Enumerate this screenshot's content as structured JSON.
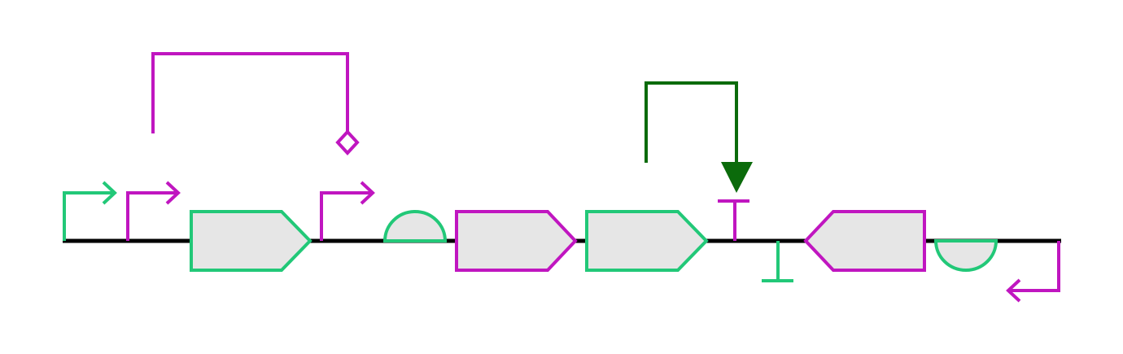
{
  "colors": {
    "backbone": "#000000",
    "green": "#22c878",
    "magenta": "#c016c0",
    "dark_green": "#0b6b0b",
    "cds_fill": "#e6e6e6"
  },
  "parts": [
    {
      "type": "promoter",
      "strand": "forward",
      "color": "green"
    },
    {
      "type": "promoter",
      "strand": "forward",
      "color": "magenta"
    },
    {
      "type": "cds",
      "strand": "forward",
      "color": "green"
    },
    {
      "type": "promoter",
      "strand": "forward",
      "color": "magenta"
    },
    {
      "type": "rbs",
      "strand": "forward",
      "color": "green"
    },
    {
      "type": "cds",
      "strand": "forward",
      "color": "magenta"
    },
    {
      "type": "cds",
      "strand": "forward",
      "color": "green"
    },
    {
      "type": "terminator",
      "strand": "forward",
      "color": "magenta"
    },
    {
      "type": "terminator",
      "strand": "reverse",
      "color": "green"
    },
    {
      "type": "cds",
      "strand": "reverse",
      "color": "magenta"
    },
    {
      "type": "rbs",
      "strand": "reverse",
      "color": "green"
    },
    {
      "type": "promoter",
      "strand": "reverse",
      "color": "magenta"
    }
  ],
  "regulations": [
    {
      "type": "degradation",
      "from": "magenta-promoter",
      "to": "magenta-promoter",
      "color": "magenta"
    },
    {
      "type": "activation",
      "from": "cds-green",
      "to": "terminator-magenta",
      "color": "dark_green"
    }
  ]
}
